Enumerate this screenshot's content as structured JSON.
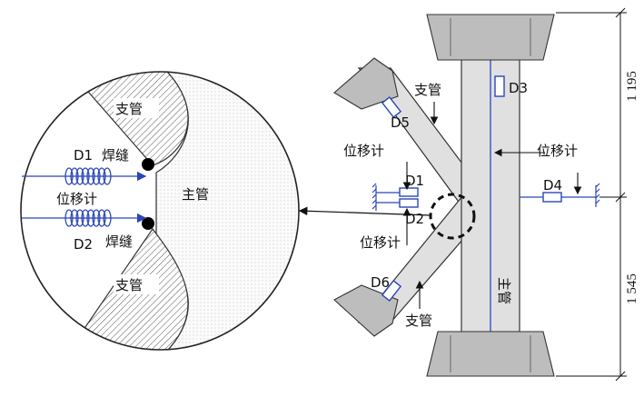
{
  "detail": {
    "branch_top_label": "支管",
    "branch_bottom_label": "支管",
    "main_label": "主管",
    "d1_label": "D1",
    "d2_label": "D2",
    "weld_top_label": "焊缝",
    "weld_bottom_label": "焊缝",
    "displacement_label": "位移计"
  },
  "specimen": {
    "branch_upper_label": "支管",
    "branch_lower_label": "支管",
    "main_label": "主管",
    "displacement_upper": "位移计",
    "displacement_right": "位移计",
    "displacement_lower": "位移计",
    "d1": "D1",
    "d2": "D2",
    "d3": "D3",
    "d4": "D4",
    "d5": "D5",
    "d6": "D6"
  },
  "dimensions": {
    "upper": "1 195",
    "lower": "1 545"
  },
  "colors": {
    "gauge_blue": "#2b46b8",
    "tube_gray": "#e0e0e0",
    "weld": "#000000"
  }
}
